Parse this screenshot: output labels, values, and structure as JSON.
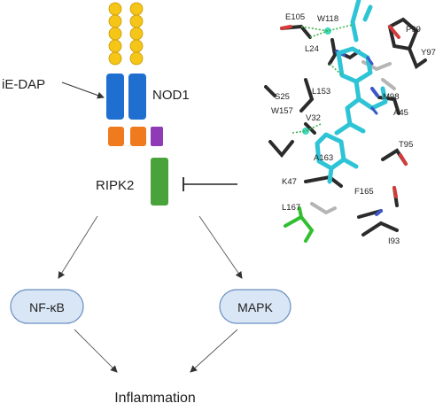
{
  "pathway": {
    "ligand_label": "iE-DAP",
    "receptor_label": "NOD1",
    "kinase_label": "RIPK2",
    "nfkb_label": "NF-κB",
    "mapk_label": "MAPK",
    "outcome_label": "Inflammation"
  },
  "structure": {
    "residues": [
      "E105",
      "W118",
      "P99",
      "L24",
      "Y97",
      "S25",
      "L153",
      "M98",
      "W157",
      "V32",
      "A45",
      "T95",
      "A163",
      "K47",
      "F165",
      "L167",
      "I93"
    ]
  },
  "colors": {
    "card_domain": "#f5c518",
    "nod_domain": "#1f6fd1",
    "nbd_domain": "#f07a1e",
    "ripk2_card": "#8e3bb5",
    "ripk2_kinase": "#4aa33a",
    "pill_fill": "#d9e6f5",
    "pill_stroke": "#6a8fc0",
    "ligand_cyan": "#2ec4d6",
    "residue_dark": "#2b2b2b",
    "hbond_green": "#3cb44b"
  }
}
